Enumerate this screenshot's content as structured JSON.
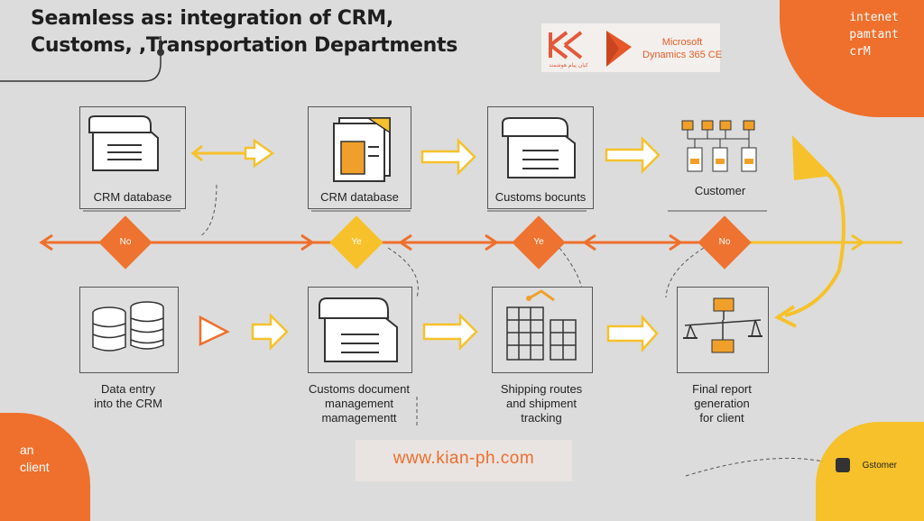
{
  "title": {
    "line1": "Seamless as: integration of CRM,",
    "line2": "Customs, ,Transportation Departments"
  },
  "corner_tr": {
    "line1": "intenet",
    "line2": "pamtant",
    "line3": "crM"
  },
  "corner_bl": {
    "line1": "an",
    "line2": "client"
  },
  "corner_br": {
    "label": "Gstomer"
  },
  "logo": {
    "kian_text": "کیان پیام هوشمند",
    "ms_line1": "Microsoft",
    "ms_line2": "Dynamics 365 CE"
  },
  "top_row": [
    {
      "label": "CRM database",
      "icon": "document-icon"
    },
    {
      "label": "CRM database",
      "icon": "files-folder-icon"
    },
    {
      "label": "Customs bocunts",
      "icon": "document-icon"
    },
    {
      "label": "Customer",
      "icon": "org-chart-icon"
    }
  ],
  "decisions": [
    {
      "label": "No",
      "color": "#ee7330"
    },
    {
      "label": "Ye",
      "color": "#f6c12b"
    },
    {
      "label": "Ye",
      "color": "#ee7330"
    },
    {
      "label": "No",
      "color": "#ee7330"
    }
  ],
  "bottom_row": [
    {
      "line1": "Data entry",
      "line2": "into the CRM",
      "line3": "",
      "icon": "database-icon"
    },
    {
      "line1": "Customs document",
      "line2": "management",
      "line3": "mamagementt",
      "icon": "document-icon"
    },
    {
      "line1": "Shipping routes",
      "line2": "and shipment",
      "line3": "tracking",
      "icon": "building-icon"
    },
    {
      "line1": "Final report",
      "line2": "generation",
      "line3": "for client",
      "icon": "network-icon"
    }
  ],
  "url": "www.kian-ph.com",
  "colors": {
    "orange": "#ef6f2c",
    "yellow": "#f6c12b",
    "background": "#dcdcdc"
  }
}
